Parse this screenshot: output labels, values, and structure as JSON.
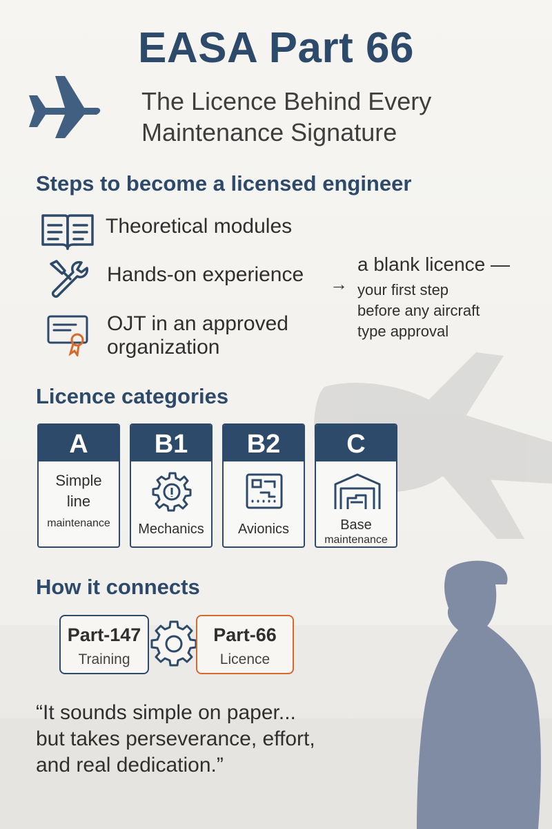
{
  "header": {
    "title": "EASA Part 66",
    "subtitle_line1": "The Licence Behind Every",
    "subtitle_line2": "Maintenance Signature",
    "icon": "airplane-icon"
  },
  "steps": {
    "heading": "Steps to become a licensed engineer",
    "items": [
      {
        "icon": "open-book-icon",
        "label": "Theoretical modules"
      },
      {
        "icon": "wrench-screwdriver-icon",
        "label": "Hands-on experience"
      },
      {
        "icon": "certificate-icon",
        "label_line1": "OJT in an approved",
        "label_line2": "organization"
      }
    ],
    "arrow": "→",
    "result_main": "a blank licence —",
    "result_line1": "your first step",
    "result_line2": "before any aircraft",
    "result_line3": "type approval"
  },
  "categories": {
    "heading": "Licence categories",
    "items": [
      {
        "code": "A",
        "line1": "Simple",
        "line2": "line",
        "line3": "maintenance"
      },
      {
        "code": "B1",
        "icon": "gear-icon",
        "label": "Mechanics"
      },
      {
        "code": "B2",
        "icon": "circuit-board-icon",
        "label": "Avionics"
      },
      {
        "code": "C",
        "icon": "hangar-icon",
        "label": "Base",
        "label_small": "maintenance"
      }
    ]
  },
  "connects": {
    "heading": "How it connects",
    "left": {
      "title": "Part-147",
      "sub": "Training"
    },
    "right": {
      "title": "Part-66",
      "sub": "Licence"
    },
    "link_icon": "gear-icon"
  },
  "quote": {
    "line1": "“It sounds simple on paper...",
    "line2": "but takes perseverance, effort,",
    "line3": "and real dedication.”"
  },
  "colors": {
    "primary": "#2e4a6b",
    "accent": "#d8692b",
    "background": "#f3f2ee",
    "text": "#2f2f2f"
  }
}
